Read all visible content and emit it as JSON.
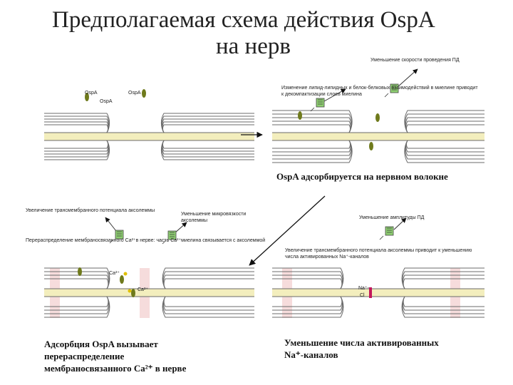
{
  "title": {
    "line1": "Предполагаемая схема действия OspA",
    "line2": "на нерв"
  },
  "top": {
    "label_speed": "Уменьшение скорости проведения ПД",
    "label_lipid_line1": "Изменение липид-липидных и белок-белковых взаимодействий в миелине приводит",
    "label_lipid_line2": "к декомпактизации слоев миелина",
    "ospa_1": "OspA",
    "ospa_2": "OspA",
    "ospa_3": "OspA",
    "caption": "OspA адсорбируется на нервном волокне"
  },
  "middle": {
    "label_transmembrane": "Увеличение трансмембранного потенциала аксолеммы",
    "label_microviscosity_line1": "Уменьшение микровязкости",
    "label_microviscosity_line2": "аксолеммы",
    "label_amplitude": "Уменьшение амплитуды ПД",
    "label_redistribution": "Перераспределение мембраносвязанного Ca²⁺в нерве: часть Ca²⁺миелина связывается с аксолеммой",
    "label_na_line1": "Увеличение трансмембранного потенциала аксолеммы приводит к уменьшению",
    "label_na_line2": "числа активированных Na⁺-каналов"
  },
  "bottom": {
    "ca_1": "Ca²⁺",
    "ca_2": "Ca²⁺",
    "na_1": "Na⁺-",
    "na_2": "Cl",
    "left_caption_line1": "Адсорбция OspA вызывает",
    "left_caption_line2": "перераспределение",
    "left_caption_line3": "мембраносвязанного Ca²⁺ в нерве",
    "right_caption_line1": "Уменьшение числа активированных",
    "right_caption_line2": "Na⁺-каналов"
  },
  "colors": {
    "myelin_line": "#6b6b6b",
    "axon_fill": "#f3eebd",
    "ospa_fill": "#6f7a1c",
    "channel_green": "#8fcf72",
    "highlight_blush": "#f6dcdc"
  }
}
